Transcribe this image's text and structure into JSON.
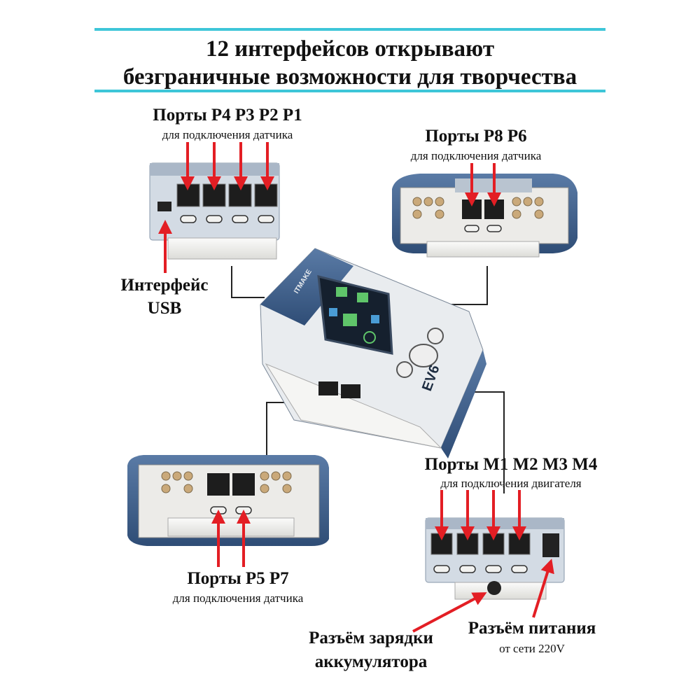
{
  "title": {
    "line1": "12 интерфейсов открывают",
    "line2": "безграничные возможности для творчества"
  },
  "labels": {
    "top_left_ports": "Порты P4 P3 P2 P1",
    "top_left_sub": "для подключения датчика",
    "top_right_ports": "Порты P8 P6",
    "top_right_sub": "для подключения датчика",
    "usb_line1": "Интерфейс",
    "usb_line2": "USB",
    "bottom_left_ports": "Порты P5 P7",
    "bottom_left_sub": "для подключения датчика",
    "bottom_right_ports": "Порты M1 M2 M3 M4",
    "bottom_right_sub": "для подключения двигателя",
    "charge_line1": "Разъём зарядки",
    "charge_line2": "аккумулятора",
    "power_line1": "Разъём питания",
    "power_line2": "от сети 220V"
  },
  "device": {
    "brand": "EV6",
    "side_text": "ITMAKE"
  },
  "colors": {
    "rule": "#3ec6d8",
    "arrow": "#e31e24",
    "body_blue": "#3e5f8a",
    "body_gray": "#c9d3de",
    "body_white": "#f4f4f2",
    "screen_green": "#5fc56a",
    "screen_dark": "#15202e"
  }
}
